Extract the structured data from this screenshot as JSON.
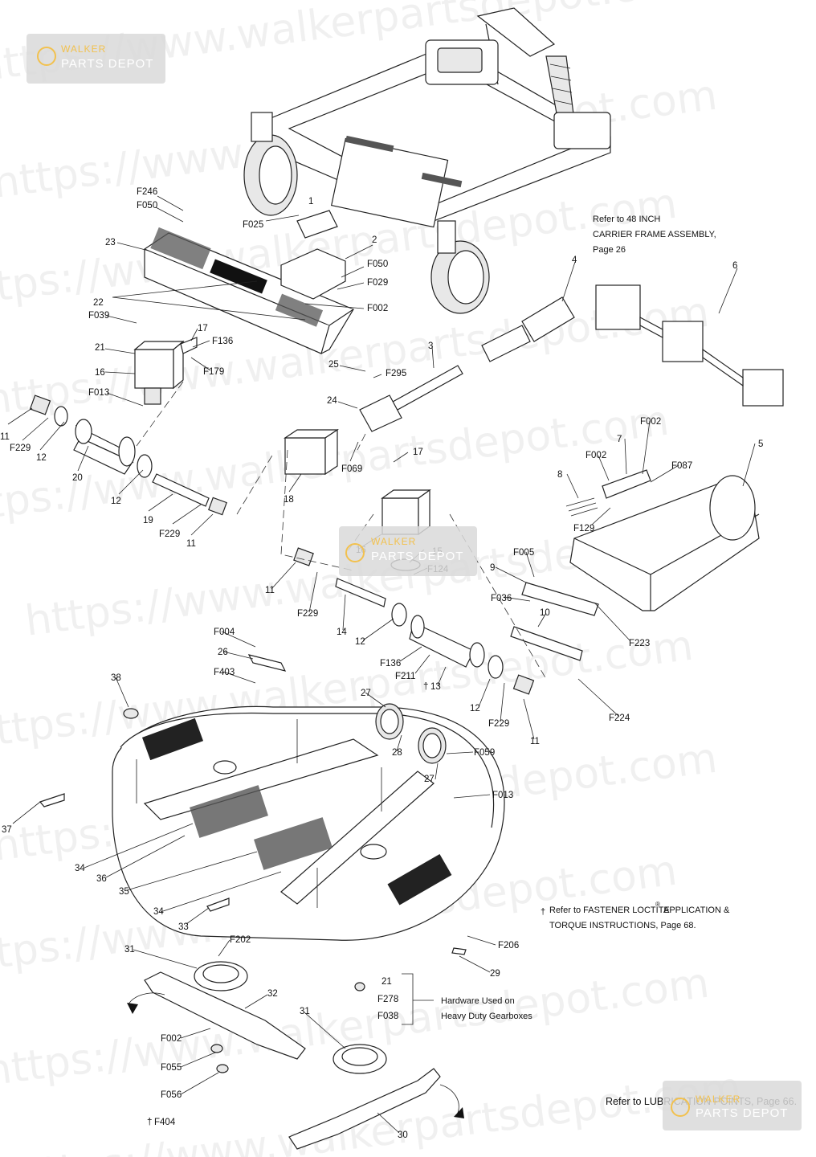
{
  "watermark": {
    "rows": [
      "https://www.walkerpartsdepot.com",
      "https://www.walkerpartsdepot.com",
      "https://www.walkerpartsdepot.com",
      "https://www.walkerpartsdepot.com",
      "https://www.walkerpartsdepot.com",
      "https://www.walkerpartsdepot.com",
      "https://www.walkerpartsdepot.com",
      "https://www.walkerpartsdepot.com",
      "https://www.walkerpartsdepot.com",
      "https://www.walkerpartsdepot.com",
      "https://www.walkerpartsdepot.com"
    ]
  },
  "badges": {
    "brand_line1": "WALKER",
    "brand_line2": "PARTS DEPOT"
  },
  "notes": {
    "carrier_frame": [
      "Refer to 48 INCH",
      "CARRIER FRAME ASSEMBLY,",
      "Page 26"
    ],
    "loctite": [
      "Refer to FASTENER LOCTITE",
      "APPLICATION &",
      "TORQUE INSTRUCTIONS, Page 68."
    ],
    "loctite_mark": "†",
    "registered": "®",
    "hardware": [
      "Hardware Used on",
      "Heavy Duty Gearboxes"
    ],
    "lubrication": "Refer to LUBRICATION POINTS, Page 66."
  },
  "callouts": [
    "F246",
    "F050",
    "1",
    "F025",
    "23",
    "2",
    "F050",
    "F029",
    "F002",
    "22",
    "F039",
    "17",
    "F136",
    "21",
    "F179",
    "16",
    "F013",
    "25",
    "F295",
    "24",
    "3",
    "4",
    "6",
    "11",
    "F229",
    "12",
    "20",
    "12",
    "19",
    "F229",
    "11",
    "18",
    "F069",
    "17",
    "16",
    "15",
    "F124",
    "F002",
    "7",
    "F002",
    "F087",
    "5",
    "8",
    "F129",
    "F005",
    "9",
    "F036",
    "10",
    "F223",
    "11",
    "F229",
    "14",
    "12",
    "F136",
    "F211",
    "13",
    "12",
    "F229",
    "11",
    "F224",
    "F004",
    "26",
    "F403",
    "38",
    "27",
    "28",
    "F059",
    "27",
    "F013",
    "37",
    "34",
    "36",
    "35",
    "34",
    "33",
    "F206",
    "29",
    "31",
    "F202",
    "32",
    "21",
    "F278",
    "F038",
    "31",
    "F002",
    "F055",
    "F056",
    "F404",
    "30"
  ]
}
